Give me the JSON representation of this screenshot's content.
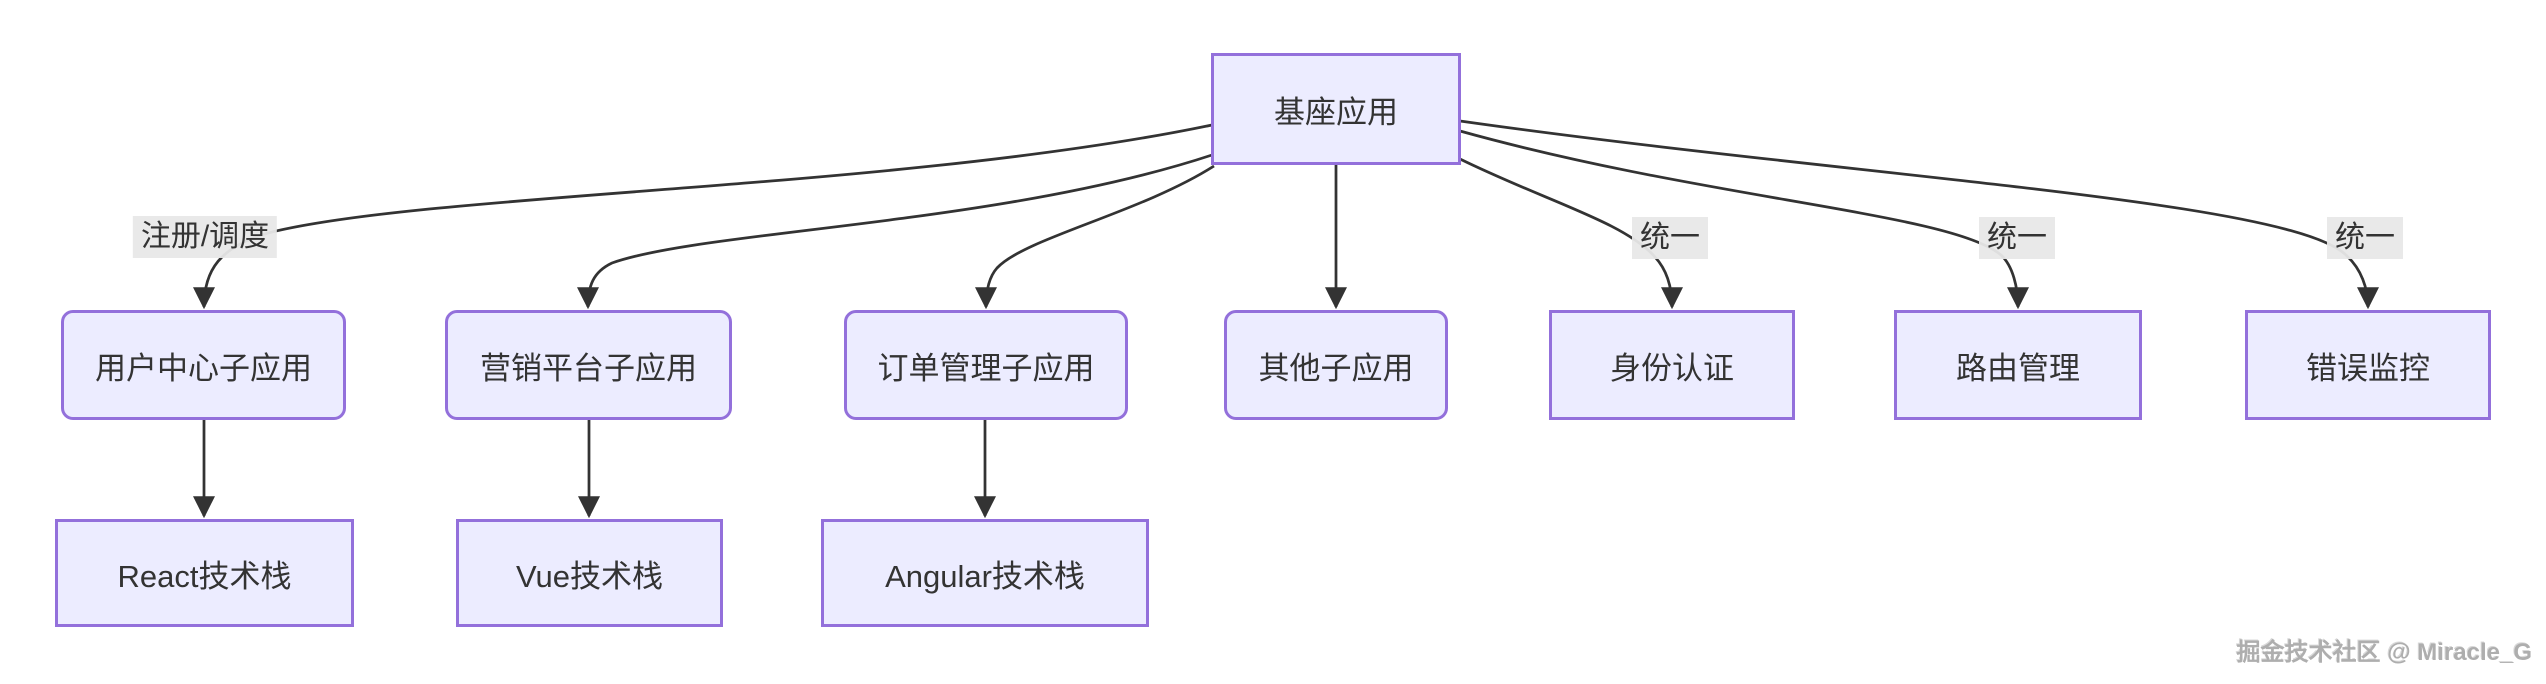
{
  "diagram": {
    "type": "flowchart",
    "direction": "top-down",
    "nodes": {
      "base": {
        "label": "基座应用",
        "shape": "rect"
      },
      "user": {
        "label": "用户中心子应用",
        "shape": "rounded"
      },
      "marketing": {
        "label": "营销平台子应用",
        "shape": "rounded"
      },
      "order": {
        "label": "订单管理子应用",
        "shape": "rounded"
      },
      "other": {
        "label": "其他子应用",
        "shape": "rounded"
      },
      "auth": {
        "label": "身份认证",
        "shape": "rect"
      },
      "router": {
        "label": "路由管理",
        "shape": "rect"
      },
      "error": {
        "label": "错误监控",
        "shape": "rect"
      },
      "react": {
        "label": "React技术栈",
        "shape": "rect"
      },
      "vue": {
        "label": "Vue技术栈",
        "shape": "rect"
      },
      "angular": {
        "label": "Angular技术栈",
        "shape": "rect"
      }
    },
    "edges": [
      {
        "from": "基座应用",
        "to": "用户中心子应用",
        "label": "注册/调度"
      },
      {
        "from": "基座应用",
        "to": "营销平台子应用",
        "label": ""
      },
      {
        "from": "基座应用",
        "to": "订单管理子应用",
        "label": ""
      },
      {
        "from": "基座应用",
        "to": "其他子应用",
        "label": ""
      },
      {
        "from": "基座应用",
        "to": "身份认证",
        "label": "统一"
      },
      {
        "from": "基座应用",
        "to": "路由管理",
        "label": "统一"
      },
      {
        "from": "基座应用",
        "to": "错误监控",
        "label": "统一"
      },
      {
        "from": "用户中心子应用",
        "to": "React技术栈",
        "label": ""
      },
      {
        "from": "营销平台子应用",
        "to": "Vue技术栈",
        "label": ""
      },
      {
        "from": "订单管理子应用",
        "to": "Angular技术栈",
        "label": ""
      }
    ],
    "edge_labels": {
      "register_dispatch": "注册/调度",
      "unified_auth": "统一",
      "unified_router": "统一",
      "unified_error": "统一"
    },
    "watermark": "掘金技术社区 @ Miracle_G",
    "colors": {
      "node_fill": "#ECECFF",
      "node_border": "#9370DB",
      "edge_line": "#333333",
      "edge_label_bg": "#E8E8E8",
      "text": "#333333",
      "background": "#FFFFFF"
    }
  }
}
